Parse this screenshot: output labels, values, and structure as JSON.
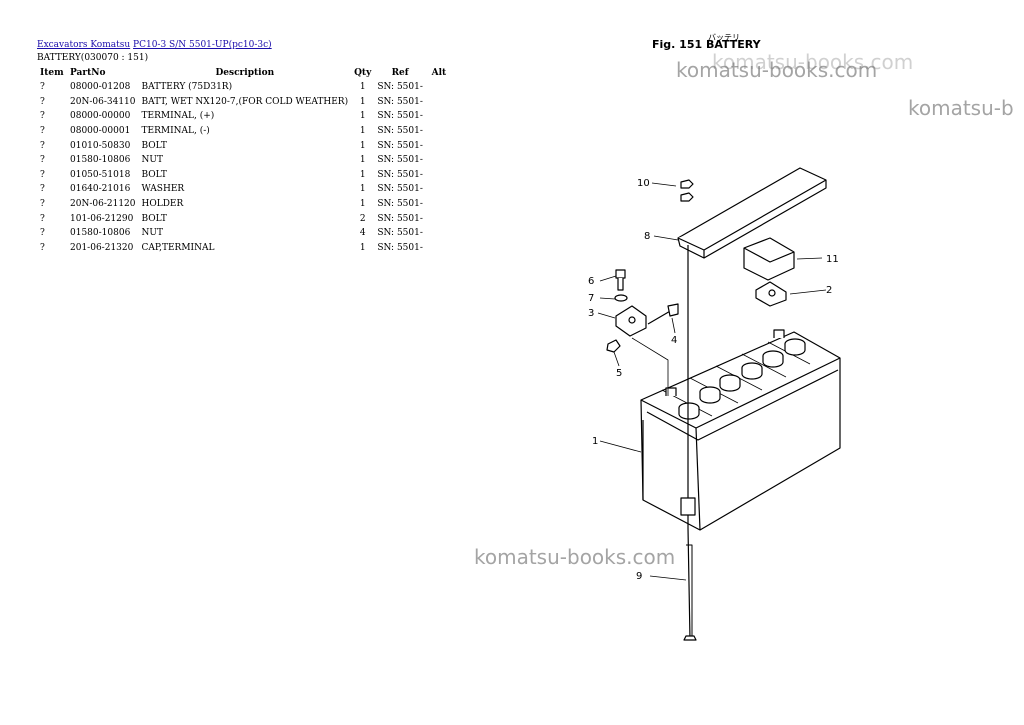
{
  "breadcrumb": {
    "link1": "Excavators Komatsu",
    "link2": "PC10-3 S/N 5501-UP(pc10-3c)"
  },
  "subtitle": "BATTERY(030070 : 151)",
  "table": {
    "headers": {
      "item": "Item",
      "partno": "PartNo",
      "description": "Description",
      "qty": "Qty",
      "ref": "Ref",
      "alt": "Alt"
    },
    "rows": [
      {
        "item": "?",
        "partno": "08000-01208",
        "description": "BATTERY (75D31R)",
        "qty": "1",
        "ref": "SN: 5501-"
      },
      {
        "item": "?",
        "partno": "20N-06-34110",
        "description": "BATT, WET NX120-7,(FOR COLD WEATHER)",
        "qty": "1",
        "ref": "SN: 5501-"
      },
      {
        "item": "?",
        "partno": "08000-00000",
        "description": "TERMINAL, (+)",
        "qty": "1",
        "ref": "SN: 5501-"
      },
      {
        "item": "?",
        "partno": "08000-00001",
        "description": "TERMINAL, (-)",
        "qty": "1",
        "ref": "SN: 5501-"
      },
      {
        "item": "?",
        "partno": "01010-50830",
        "description": "BOLT",
        "qty": "1",
        "ref": "SN: 5501-"
      },
      {
        "item": "?",
        "partno": "01580-10806",
        "description": "NUT",
        "qty": "1",
        "ref": "SN: 5501-"
      },
      {
        "item": "?",
        "partno": "01050-51018",
        "description": "BOLT",
        "qty": "1",
        "ref": "SN: 5501-"
      },
      {
        "item": "?",
        "partno": "01640-21016",
        "description": "WASHER",
        "qty": "1",
        "ref": "SN: 5501-"
      },
      {
        "item": "?",
        "partno": "20N-06-21120",
        "description": "HOLDER",
        "qty": "1",
        "ref": "SN: 5501-"
      },
      {
        "item": "?",
        "partno": "101-06-21290",
        "description": "BOLT",
        "qty": "2",
        "ref": "SN: 5501-"
      },
      {
        "item": "?",
        "partno": "01580-10806",
        "description": "NUT",
        "qty": "4",
        "ref": "SN: 5501-"
      },
      {
        "item": "?",
        "partno": "201-06-21320",
        "description": "CAP,TERMINAL",
        "qty": "1",
        "ref": "SN: 5501-"
      }
    ]
  },
  "figure": {
    "title": "Fig. 151  BATTERY",
    "kana": "バッテリ",
    "callouts": [
      "1",
      "2",
      "3",
      "4",
      "5",
      "6",
      "7",
      "8",
      "9",
      "10",
      "11"
    ]
  },
  "watermarks": [
    "komatsu-books.com",
    "komatsu-books.com",
    "komatsu-b",
    "komatsu-books.com"
  ]
}
